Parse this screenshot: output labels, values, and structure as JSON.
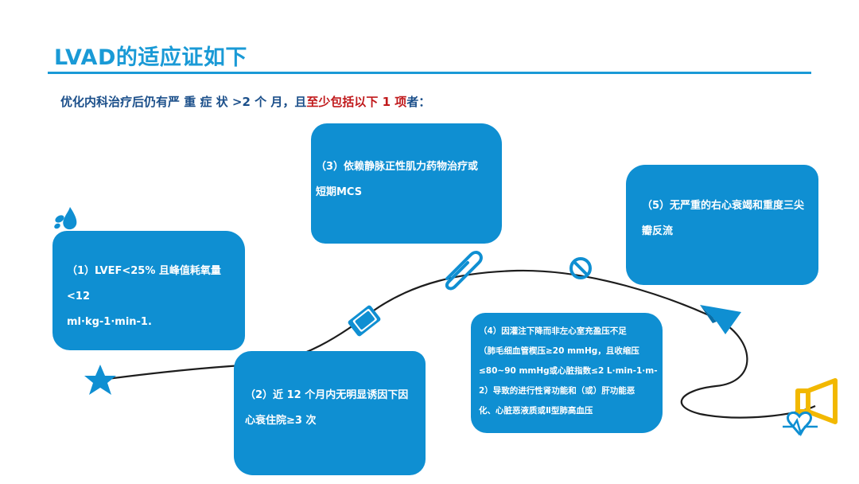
{
  "title": "LVAD的适应证如下",
  "subtitle": {
    "prefix": "优化内科治疗后仍有严 重 症 状 >2 个 月，且",
    "highlight": "至少包括以下 1 项",
    "suffix": "者："
  },
  "cards": [
    {
      "lines": [
        "（1）LVEF<25% 且峰值耗氧量<12",
        "ml·kg-1·min-1."
      ]
    },
    {
      "lines": [
        "（2）近 12 个月内无明显诱因下因",
        "心衰住院≥3 次"
      ]
    },
    {
      "lines": [
        "（3）依赖静脉正性肌力药物治疗或",
        "短期MCS"
      ]
    },
    {
      "lines": [
        "（4）因灌注下降而非左心室充盈压不足",
        "（肺毛细血管楔压≥20 mmHg，且收缩压",
        "≤80~90 mmHg或心脏指数≤2 L·min-1·m-",
        "2）导致的进行性肾功能和（或）肝功能恶",
        "化、心脏恶液质或Ⅱ型肺高血压"
      ]
    },
    {
      "lines": [
        "（5）无严重的右心衰竭和重度三尖",
        "瓣反流"
      ]
    }
  ],
  "colors": {
    "accent": "#1a9ad6",
    "card": "#0f8fd2",
    "subtitle": "#1b4f8a",
    "highlight": "#c0191b",
    "line": "#1d1d1d",
    "megaphone": "#f2b800"
  },
  "icons": [
    "water-drop-icon",
    "star-icon",
    "book-icon",
    "paperclip-icon",
    "no-sign-icon",
    "paper-plane-icon",
    "megaphone-icon",
    "heartbeat-icon"
  ]
}
